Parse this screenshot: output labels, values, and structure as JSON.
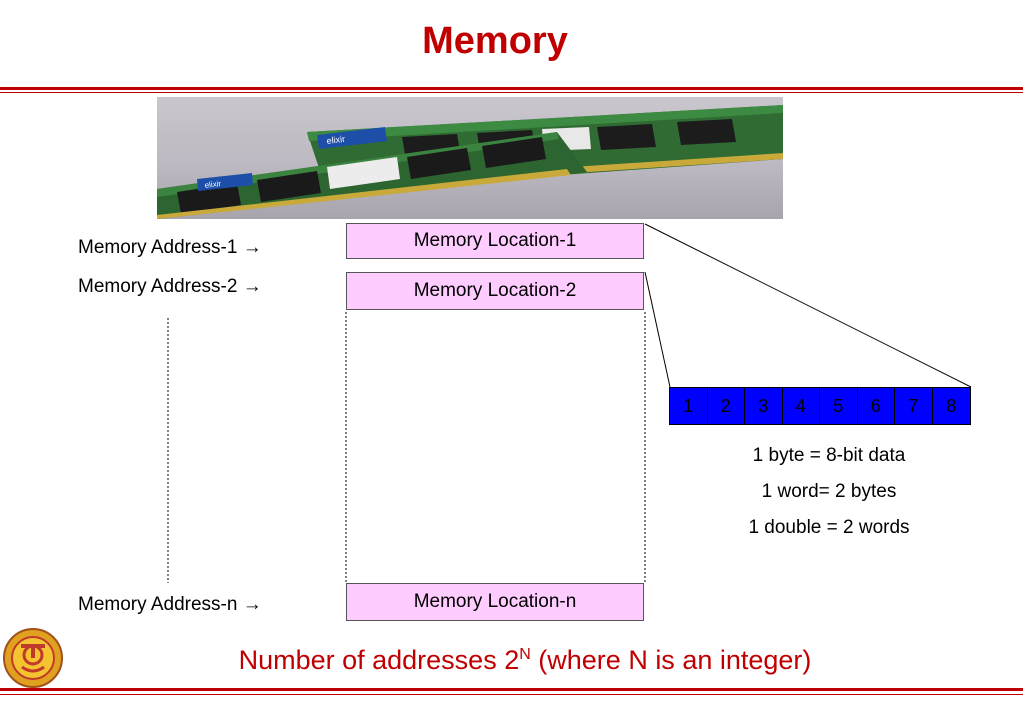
{
  "title": "Memory",
  "photo": {
    "board_label_1": "elixir",
    "board_label_2": "elixir"
  },
  "addresses": [
    {
      "label": "Memory Address-1 →"
    },
    {
      "label": "Memory Address-2 →"
    },
    {
      "label": "Memory Address-n →"
    }
  ],
  "locations": [
    {
      "label": "Memory Location-1"
    },
    {
      "label": "Memory Location-2"
    },
    {
      "label": "Memory Location-n"
    }
  ],
  "bits": [
    "1",
    "2",
    "3",
    "4",
    "5",
    "6",
    "7",
    "8"
  ],
  "notes": [
    "1 byte = 8-bit data",
    "1 word= 2 bytes",
    "1 double = 2 words"
  ],
  "footer": {
    "text": "Number of addresses 2",
    "superscript": "N",
    "suffix": " (where N is an integer)"
  },
  "colors": {
    "accent": "#c00000",
    "location_fill": "#ffccff",
    "bit_fill": "#0000ff"
  },
  "logo": {
    "icon": "university-emblem-icon"
  }
}
